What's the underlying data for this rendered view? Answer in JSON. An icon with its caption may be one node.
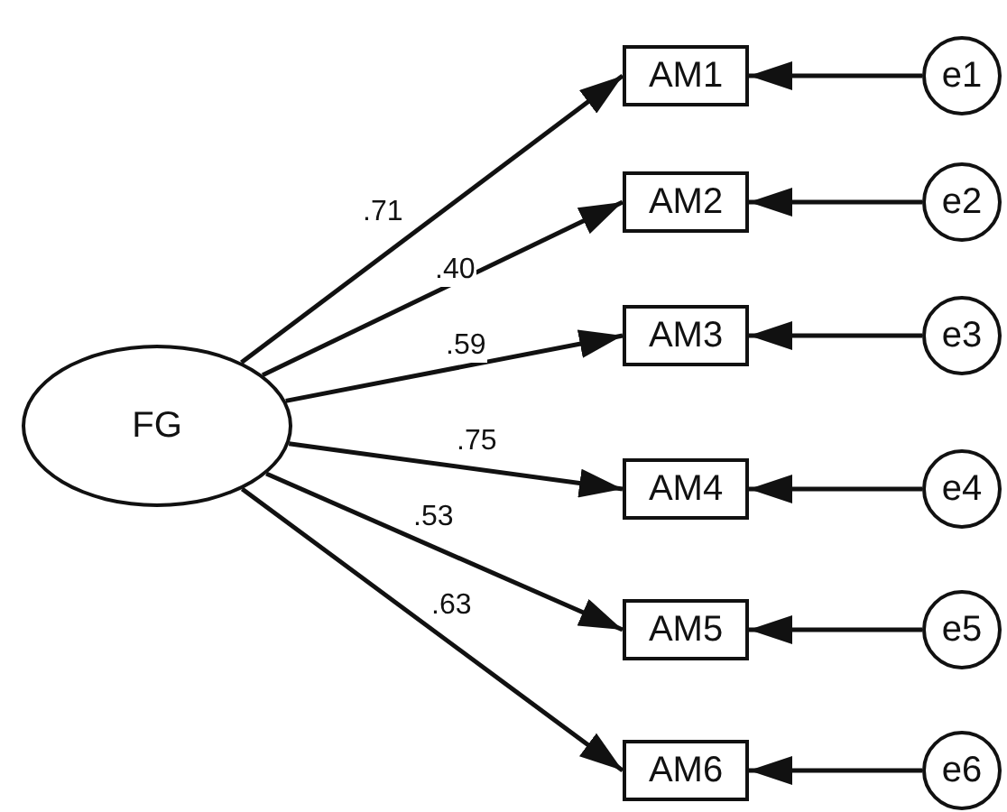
{
  "diagram": {
    "nodes": [
      {
        "text": [
          "FG"
        ]
      },
      {
        "text": [
          "AM1"
        ]
      },
      {
        "text": [
          "AM2"
        ]
      },
      {
        "text": [
          "AM3"
        ]
      },
      {
        "text": [
          "AM4"
        ]
      },
      {
        "text": [
          "AM5"
        ]
      },
      {
        "text": [
          "AM6"
        ]
      },
      {
        "text": [
          "e1"
        ]
      },
      {
        "text": [
          "e2"
        ]
      },
      {
        "text": [
          "e3"
        ]
      },
      {
        "text": [
          "e4"
        ]
      },
      {
        "text": [
          "e5"
        ]
      },
      {
        "text": [
          "e6"
        ]
      }
    ],
    "edges": [
      {
        "from": 0,
        "to": 1,
        "arrow": "to",
        "label": ".71"
      },
      {
        "from": 0,
        "to": 2,
        "arrow": "to",
        "label": ".40"
      },
      {
        "from": 0,
        "to": 3,
        "arrow": "to",
        "label": ".59"
      },
      {
        "from": 0,
        "to": 4,
        "arrow": "to",
        "label": ".75"
      },
      {
        "from": 0,
        "to": 5,
        "arrow": "to",
        "label": ".53"
      },
      {
        "from": 0,
        "to": 6,
        "arrow": "to",
        "label": ".63"
      },
      {
        "from": 7,
        "to": 1,
        "arrow": "to"
      },
      {
        "from": 8,
        "to": 2,
        "arrow": "to"
      },
      {
        "from": 9,
        "to": 3,
        "arrow": "to"
      },
      {
        "from": 10,
        "to": 4,
        "arrow": "to"
      },
      {
        "from": 11,
        "to": 5,
        "arrow": "to"
      },
      {
        "from": 12,
        "to": 6,
        "arrow": "to"
      }
    ]
  }
}
